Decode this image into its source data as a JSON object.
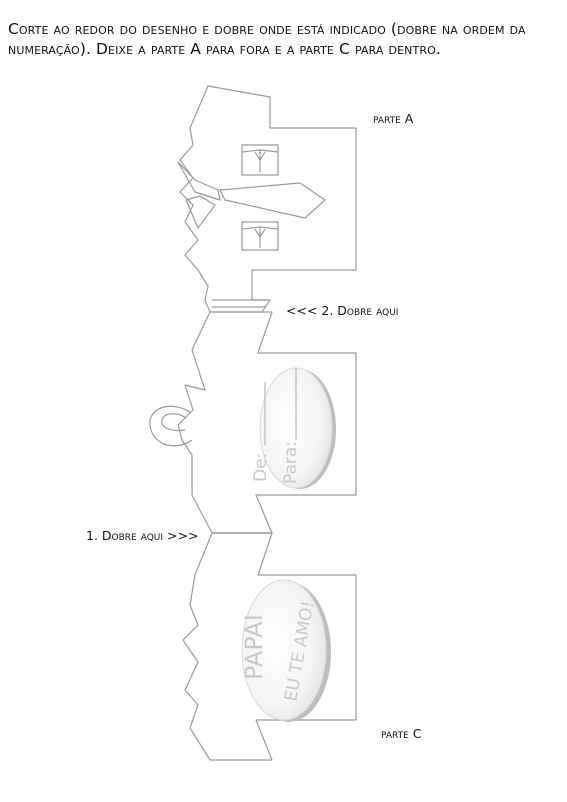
{
  "instructions": "Corte ao redor do desenho e dobre onde está indicado (dobre na ordem da numeração). Deixe a parte A para fora e a parte C para dentro.",
  "labels": {
    "part_a": "parte A",
    "fold_2": "<<< 2. Dobre aqui",
    "fold_1": "1. Dobre aqui >>>",
    "part_c": "parte C"
  },
  "card_middle": {
    "from_label": "De:",
    "to_label": "Para:"
  },
  "card_bottom": {
    "line1": "PAPAI",
    "line2": "EU TE AMO!"
  },
  "colors": {
    "outline": "#9a9a9a",
    "handwriting": "#c8c8c8",
    "oval_shadow": "#bdbdbd"
  }
}
